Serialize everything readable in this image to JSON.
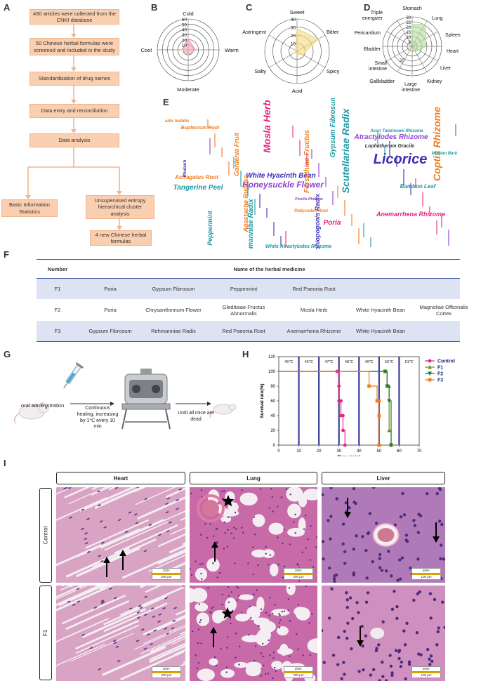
{
  "panels": {
    "A": "A",
    "B": "B",
    "C": "C",
    "D": "D",
    "E": "E",
    "F": "F",
    "G": "G",
    "H": "H",
    "I": "I"
  },
  "flowchart": {
    "steps": [
      "490 articles were collected from the CNKI database",
      "50 Chinese herbal formulas were screened and included in the study",
      "Standardisation of drug names",
      "Data entry and reconciliation",
      "Data analysis"
    ],
    "left_branch": "Basic Information Statistics",
    "right_branch": "Unsupervised entropy hierarchical cluster analysis",
    "result": "4 new Chinese herbal formulas"
  },
  "chart_data": [
    {
      "type": "radar",
      "panel": "B",
      "axes": [
        "Cold",
        "Warm",
        "Moderate",
        "Cool"
      ],
      "values": [
        22,
        14,
        10,
        12
      ],
      "rlim": [
        0,
        60
      ],
      "ticks": [
        "10",
        "20",
        "30",
        "40",
        "50",
        "60"
      ],
      "color": "#f4a6b4"
    },
    {
      "type": "radar",
      "panel": "C",
      "axes": [
        "Sweet",
        "Bitter",
        "Spicy",
        "Acid",
        "Salty",
        "Astringent"
      ],
      "values": [
        28,
        30,
        8,
        4,
        3,
        2
      ],
      "rlim": [
        0,
        40
      ],
      "ticks": [
        "10",
        "20",
        "30",
        "40"
      ],
      "color": "#f2d985"
    },
    {
      "type": "radar",
      "panel": "D",
      "axes": [
        "Stomach",
        "Lung",
        "Spleen",
        "Heart",
        "Liver",
        "Kidney",
        "Large intestine",
        "Gallbladder",
        "Small intestine",
        "Bladder",
        "Pericardium",
        "Triple energizer"
      ],
      "values": [
        22,
        26,
        16,
        14,
        8,
        6,
        4,
        2,
        2,
        2,
        1,
        2
      ],
      "rlim": [
        0,
        30
      ],
      "ticks": [
        "5",
        "10",
        "15",
        "20",
        "25",
        "30"
      ],
      "extra_tick": "20",
      "color": "#b5dc9f"
    },
    {
      "type": "line",
      "panel": "H",
      "xlabel": "Time (min)",
      "ylabel": "Survival rate(%)",
      "xlim": [
        0,
        70
      ],
      "ylim": [
        0,
        120
      ],
      "xticks": [
        0,
        10,
        20,
        30,
        40,
        50,
        60,
        70
      ],
      "yticks": [
        0,
        20,
        40,
        60,
        80,
        100,
        120
      ],
      "temperature_bands": [
        {
          "label": "45℃",
          "x0": 0,
          "x1": 10
        },
        {
          "label": "46℃",
          "x0": 10,
          "x1": 20
        },
        {
          "label": "47℃",
          "x0": 20,
          "x1": 30
        },
        {
          "label": "48℃",
          "x0": 30,
          "x1": 40
        },
        {
          "label": "49℃",
          "x0": 40,
          "x1": 50
        },
        {
          "label": "50℃",
          "x0": 50,
          "x1": 60
        },
        {
          "label": "51℃",
          "x0": 60,
          "x1": 70
        }
      ],
      "series": [
        {
          "name": "Control",
          "color": "#e6267e",
          "marker": "circle",
          "x": [
            0,
            29,
            30,
            30,
            31,
            31,
            32,
            32,
            33
          ],
          "y": [
            100,
            100,
            80,
            60,
            60,
            40,
            40,
            20,
            0
          ]
        },
        {
          "name": "F1",
          "color": "#7a8c1e",
          "marker": "triangle-up",
          "x": [
            0,
            53,
            54,
            55,
            55,
            56
          ],
          "y": [
            100,
            100,
            80,
            80,
            20,
            0
          ]
        },
        {
          "name": "F2",
          "color": "#1f7a2a",
          "marker": "triangle-down",
          "x": [
            0,
            53,
            54,
            55,
            56
          ],
          "y": [
            100,
            100,
            80,
            60,
            0
          ]
        },
        {
          "name": "F3",
          "color": "#f07c1b",
          "marker": "square",
          "x": [
            0,
            45,
            49,
            50,
            50,
            50
          ],
          "y": [
            100,
            80,
            60,
            60,
            40,
            0
          ]
        }
      ]
    }
  ],
  "wordcloud": [
    {
      "t": "Licorice",
      "c": "#3a2fb5",
      "s": 20
    },
    {
      "t": "Coptis Rhizome",
      "c": "#f07c1b",
      "s": 14
    },
    {
      "t": "Mosla Herb",
      "c": "#e6267e",
      "s": 14
    },
    {
      "t": "Scutellariae Radix",
      "c": "#1b9aa5",
      "s": 14
    },
    {
      "t": "Honeysuckle Flower",
      "c": "#8e3fd1",
      "s": 12
    },
    {
      "t": "White Hyacinth Bean",
      "c": "#3a2fb5",
      "s": 10
    },
    {
      "t": "Atractylodes Rhizome",
      "c": "#8e3fd1",
      "s": 10
    },
    {
      "t": "Tangerine Peel",
      "c": "#1b9aa5",
      "s": 10
    },
    {
      "t": "Anemarrhena Rhizome",
      "c": "#e6267e",
      "s": 9
    },
    {
      "t": "Gypsum Fibrosum",
      "c": "#1b9aa5",
      "s": 10
    },
    {
      "t": "Forsythiae Fructus",
      "c": "#f07c1b",
      "s": 10
    },
    {
      "t": "Poria",
      "c": "#e6267e",
      "s": 10
    },
    {
      "t": "Bamboo Leaf",
      "c": "#1b9aa5",
      "s": 8
    },
    {
      "t": "Lophatherum Gracile",
      "c": "#333333",
      "s": 7
    },
    {
      "t": "Agastache Rugosa",
      "c": "#f07c1b",
      "s": 9
    },
    {
      "t": "Astragalus Root",
      "c": "#f07c1b",
      "s": 8
    },
    {
      "t": "Gardenia Fruit",
      "c": "#f07c1b",
      "s": 9
    },
    {
      "t": "Bupleurum Root",
      "c": "#f07c1b",
      "s": 7
    },
    {
      "t": "Peppermint",
      "c": "#1b9aa5",
      "s": 9
    },
    {
      "t": "Rehmanniae Radix",
      "c": "#1b9aa5",
      "s": 10
    },
    {
      "t": "Ophiopogonis Radix",
      "c": "#3a2fb5",
      "s": 9
    },
    {
      "t": "Platycodon Root",
      "c": "#f07c1b",
      "s": 6
    },
    {
      "t": "Radix Isatidis",
      "c": "#f07c1b",
      "s": 6
    },
    {
      "t": "Acori Tatarinowii Rhizoma",
      "c": "#1b9aa5",
      "s": 6
    },
    {
      "t": "Moutan Bark",
      "c": "#1b9aa5",
      "s": 6
    },
    {
      "t": "White Atractylodes Rhizome",
      "c": "#1b9aa5",
      "s": 7
    },
    {
      "t": "Rhubarb",
      "c": "#3a2fb5",
      "s": 6
    },
    {
      "t": "Pinellia Rhizome",
      "c": "#8e3fd1",
      "s": 5
    }
  ],
  "herb_table": {
    "header_number": "Number",
    "header_name": "Name of the herbal medicine",
    "rows": [
      {
        "id": "F1",
        "herbs": [
          "Poria",
          "Gypsum Fibrosum",
          "Peppermint",
          "Red Paeonia Root",
          "",
          ""
        ]
      },
      {
        "id": "F2",
        "herbs": [
          "Poria",
          "Chrysanthemum Flower",
          "Gleditsiae Fructus Abnormalis",
          "Mosla Herb",
          "White Hyacinth Bean",
          "Magnoliae Officinalis Cortex"
        ]
      },
      {
        "id": "F3",
        "herbs": [
          "Gypsum Fibrosum",
          "Rehmanniae Radix",
          "Red Paeonia Root",
          "Anemarrhena Rhizome",
          "White Hyacinth Bean",
          ""
        ]
      }
    ]
  },
  "protocol": {
    "oral": "oral administration",
    "heating": "Continuous heating, increasing by 1°C every 10 min",
    "endpoint": "Until all mice are dead"
  },
  "histology": {
    "columns": [
      "Heart",
      "Lung",
      "Liver"
    ],
    "rows": [
      "Control",
      "F1"
    ],
    "scale": [
      {
        "mag": "200×",
        "len": "200 μm"
      },
      {
        "mag": "200×",
        "len": "200 μm"
      },
      {
        "mag": "400×",
        "len": "100 μm"
      }
    ]
  }
}
